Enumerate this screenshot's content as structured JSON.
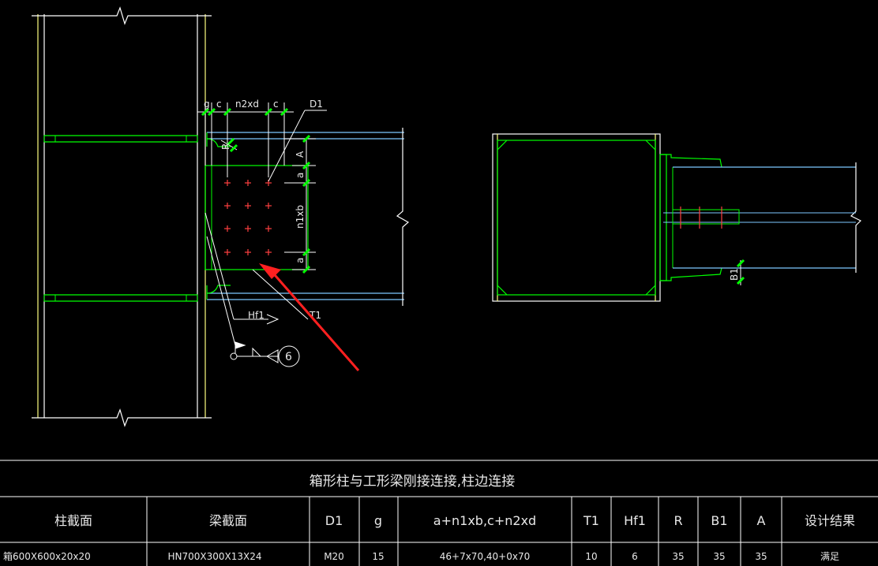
{
  "drawing": {
    "labels": {
      "g": "g",
      "c_left": "c",
      "n2xd": "n2xd",
      "c_right": "c",
      "d1": "D1",
      "r": "R",
      "a": "A",
      "a_top": "a",
      "n1xb": "n1xb",
      "a_bottom": "a",
      "hf1": "Hf1",
      "t1": "T1",
      "weld_number": "6",
      "b1": "B1"
    }
  },
  "table": {
    "title": "箱形柱与工形梁刚接连接,柱边连接",
    "headers": [
      "柱截面",
      "梁截面",
      "D1",
      "g",
      "a+n1xb,c+n2xd",
      "T1",
      "Hf1",
      "R",
      "B1",
      "A",
      "设计结果"
    ],
    "row": [
      "箱600X600x20x20",
      "HN700X300X13X24",
      "M20",
      "15",
      "46+7x70,40+0x70",
      "10",
      "6",
      "35",
      "35",
      "35",
      "满足"
    ]
  },
  "colors": {
    "background": "#000000",
    "outline": "#ffffff",
    "member": "#00ff00",
    "beam_edge": "#7ec8ff",
    "column_edge": "#ffff80",
    "bolt": "#ff4040",
    "arrow": "#ff2020",
    "text": "#e8e8e8"
  }
}
